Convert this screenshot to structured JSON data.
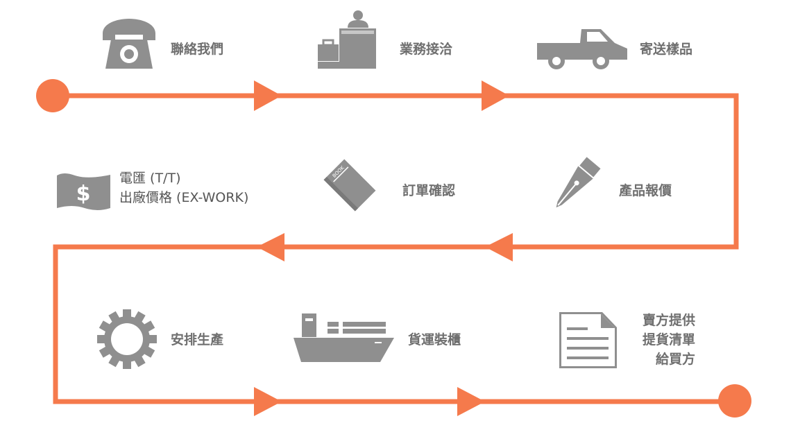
{
  "colors": {
    "path": "#f57a4c",
    "icon": "#8f8f8f",
    "text": "#6f6f6f"
  },
  "flow": {
    "steps": [
      {
        "icon": "telephone-icon",
        "lines": [
          "聯絡我們"
        ]
      },
      {
        "icon": "front-desk-icon",
        "lines": [
          "業務接洽"
        ]
      },
      {
        "icon": "pickup-truck-icon",
        "lines": [
          "寄送樣品"
        ]
      },
      {
        "icon": "fountain-pen-icon",
        "lines": [
          "產品報價"
        ]
      },
      {
        "icon": "order-book-icon",
        "lines": [
          "訂單確認"
        ],
        "book_text": "BOOK"
      },
      {
        "icon": "dollar-bill-icon",
        "lines": [
          "電匯 (T/T)",
          "出廠價格 (EX-WORK)"
        ],
        "dollar_sign": "$"
      },
      {
        "icon": "gear-icon",
        "lines": [
          "安排生產"
        ]
      },
      {
        "icon": "cargo-ship-icon",
        "lines": [
          "貨運裝櫃"
        ]
      },
      {
        "icon": "document-icon",
        "lines": [
          "賣方提供",
          "提貨清單",
          "給買方"
        ]
      }
    ]
  }
}
